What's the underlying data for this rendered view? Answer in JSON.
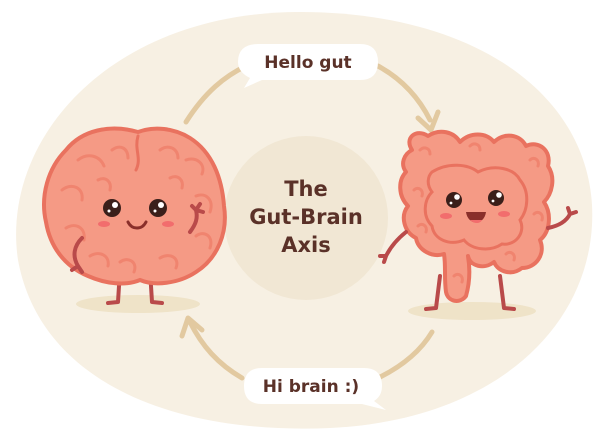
{
  "title": {
    "line1": "The",
    "line2": "Gut-Brain",
    "line3": "Axis"
  },
  "bubbles": {
    "top": "Hello gut",
    "bottom": "Hi brain :)"
  },
  "colors": {
    "background_blob": "#f7f0e3",
    "center_circle": "#f1e7d4",
    "arrow": "#e2c9a0",
    "organ_fill": "#f59a85",
    "organ_outline": "#e9725f",
    "organ_detail": "#f0846f",
    "limb": "#b94a4a",
    "shadow": "#efe3c8",
    "text": "#5a3128",
    "cheek": "#f26d6d"
  },
  "characters": {
    "left": "brain-character",
    "right": "gut-character"
  }
}
